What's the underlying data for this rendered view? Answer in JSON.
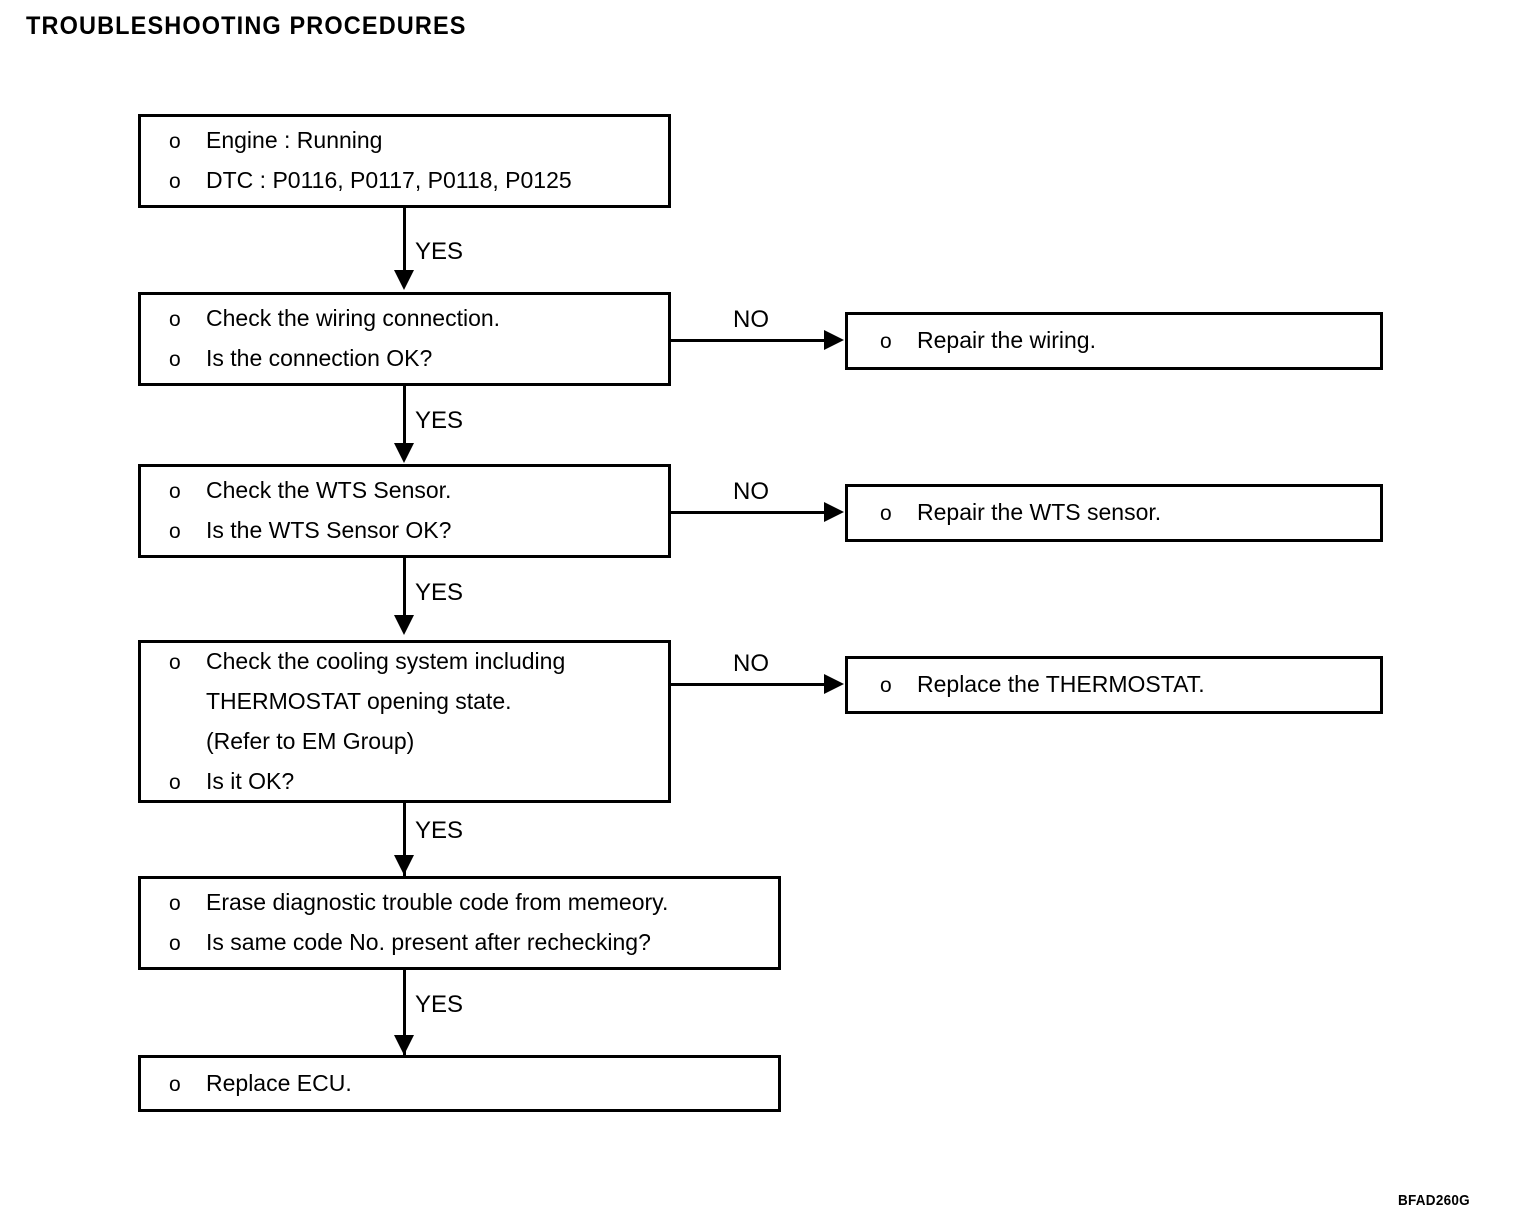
{
  "page": {
    "title": "TROUBLESHOOTING PROCEDURES",
    "figure_code": "BFAD260G",
    "bullet_glyph": "o",
    "ink_color": "#000000",
    "background_color": "#ffffff"
  },
  "nodes": {
    "start": {
      "id": "start",
      "lines": [
        {
          "bullet": true,
          "text": "Engine : Running"
        },
        {
          "bullet": true,
          "text": "DTC : P0116, P0117, P0118, P0125"
        }
      ]
    },
    "check_wiring": {
      "id": "check_wiring",
      "lines": [
        {
          "bullet": true,
          "text": "Check the wiring connection."
        },
        {
          "bullet": true,
          "text": "Is the connection OK?"
        }
      ]
    },
    "repair_wiring": {
      "id": "repair_wiring",
      "lines": [
        {
          "bullet": true,
          "text": "Repair the wiring."
        }
      ]
    },
    "check_wts": {
      "id": "check_wts",
      "lines": [
        {
          "bullet": true,
          "text": "Check the WTS Sensor."
        },
        {
          "bullet": true,
          "text": "Is the WTS Sensor OK?"
        }
      ]
    },
    "repair_wts": {
      "id": "repair_wts",
      "lines": [
        {
          "bullet": true,
          "text": "Repair the WTS sensor."
        }
      ]
    },
    "check_cooling": {
      "id": "check_cooling",
      "lines": [
        {
          "bullet": true,
          "text": "Check the cooling system including"
        },
        {
          "bullet": false,
          "text": "THERMOSTAT opening state."
        },
        {
          "bullet": false,
          "text": "(Refer to EM Group)"
        },
        {
          "bullet": true,
          "text": "Is it OK?"
        }
      ]
    },
    "replace_thermostat": {
      "id": "replace_thermostat",
      "lines": [
        {
          "bullet": true,
          "text": "Replace the THERMOSTAT."
        }
      ]
    },
    "erase_dtc": {
      "id": "erase_dtc",
      "lines": [
        {
          "bullet": true,
          "text": "Erase diagnostic trouble code from memeory."
        },
        {
          "bullet": true,
          "text": "Is same code No. present after rechecking?"
        }
      ]
    },
    "replace_ecu": {
      "id": "replace_ecu",
      "lines": [
        {
          "bullet": true,
          "text": "Replace ECU."
        }
      ]
    }
  },
  "edges": {
    "yes1": {
      "label": "YES",
      "from": "start",
      "to": "check_wiring"
    },
    "no1": {
      "label": "NO",
      "from": "check_wiring",
      "to": "repair_wiring"
    },
    "yes2": {
      "label": "YES",
      "from": "check_wiring",
      "to": "check_wts"
    },
    "no2": {
      "label": "NO",
      "from": "check_wts",
      "to": "repair_wts"
    },
    "yes3": {
      "label": "YES",
      "from": "check_wts",
      "to": "check_cooling"
    },
    "no3": {
      "label": "NO",
      "from": "check_cooling",
      "to": "replace_thermostat"
    },
    "yes4": {
      "label": "YES",
      "from": "check_cooling",
      "to": "erase_dtc"
    },
    "yes5": {
      "label": "YES",
      "from": "erase_dtc",
      "to": "replace_ecu"
    }
  }
}
